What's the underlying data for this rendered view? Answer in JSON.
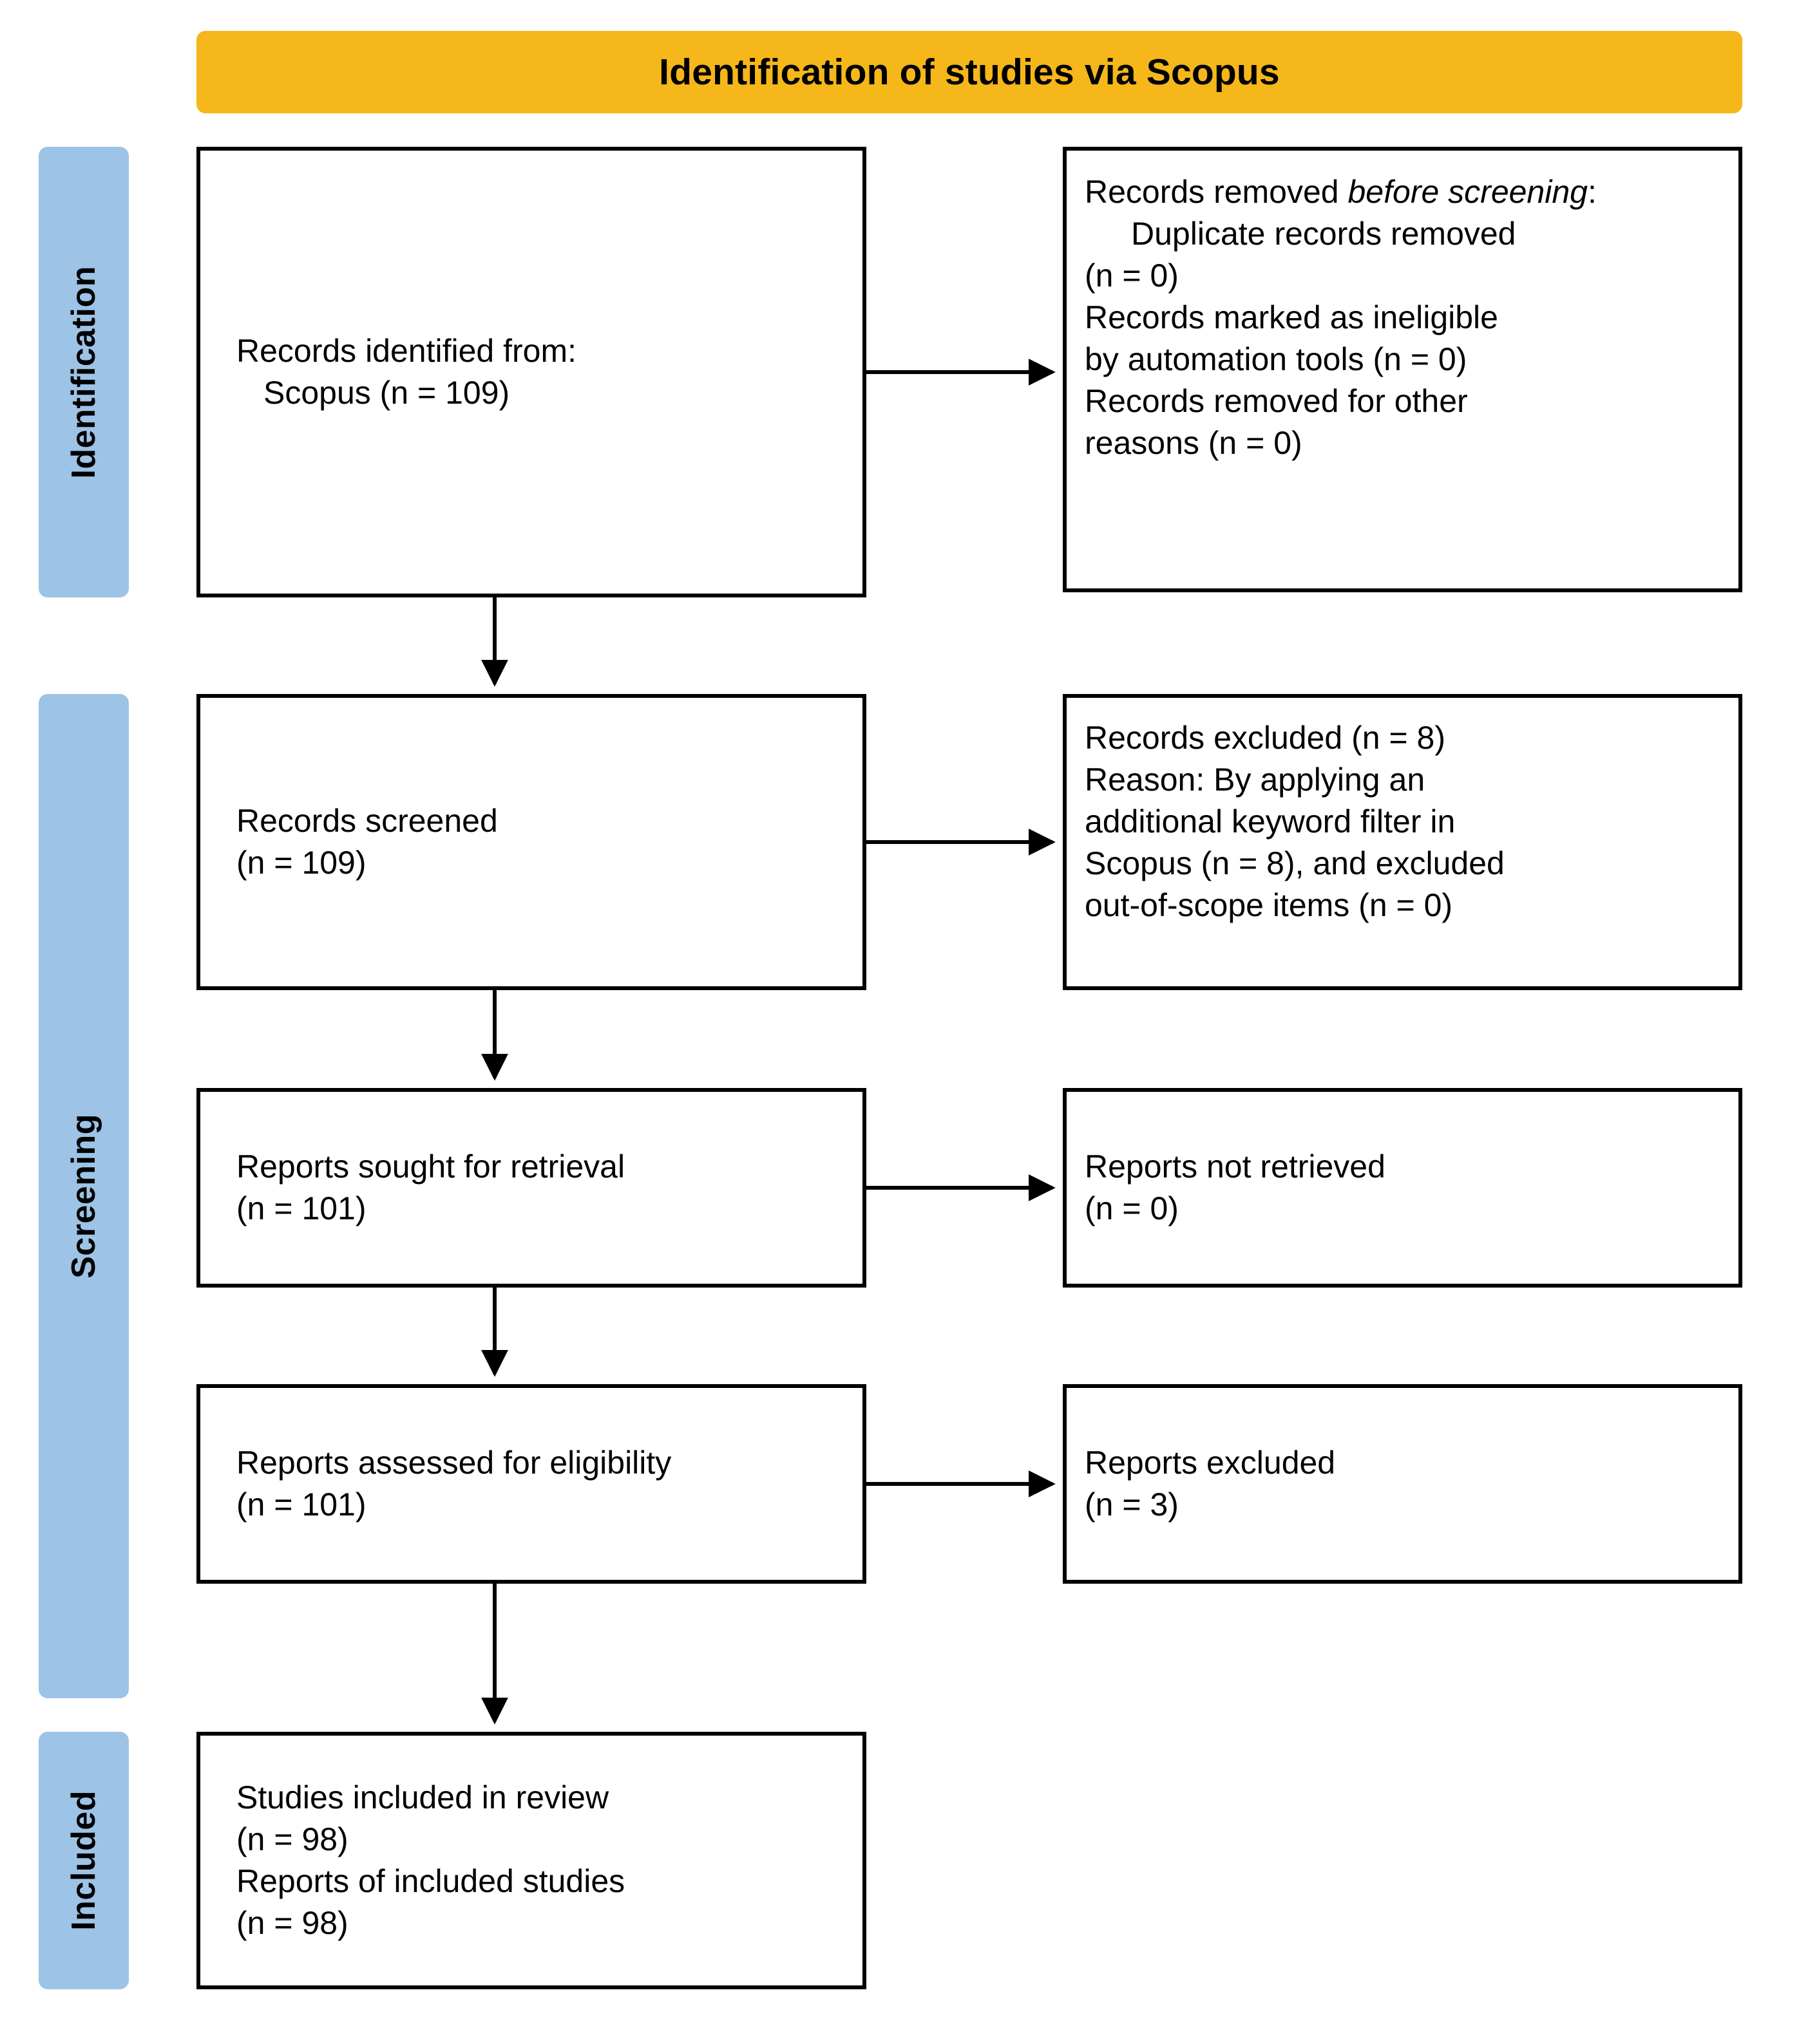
{
  "header": {
    "title": "Identification of studies via Scopus",
    "color": "#F5B719"
  },
  "stages": [
    {
      "key": "identification",
      "label": "Identification",
      "color": "#9DC3E6"
    },
    {
      "key": "screening",
      "label": "Screening",
      "color": "#9DC3E6"
    },
    {
      "key": "included",
      "label": "Included",
      "color": "#9DC3E6"
    }
  ],
  "boxes": {
    "records_identified": {
      "line1": "Records identified from:",
      "line2": "Scopus (n = 109)"
    },
    "records_removed": {
      "heading_plain": "Records removed ",
      "heading_italic": "before screening",
      "heading_colon": ":",
      "item1_line1": "Duplicate records removed",
      "item1_line2": "(n = 0)",
      "item2_line1": "Records marked as ineligible",
      "item2_line2": "by automation tools (n = 0)",
      "item3_line1": "Records removed for other",
      "item3_line2": "reasons (n = 0)"
    },
    "records_screened": {
      "line1": "Records screened",
      "line2": "(n = 109)"
    },
    "records_excluded": {
      "line1": "Records excluded (n = 8)",
      "line2": "Reason: By applying an",
      "line3": "additional keyword filter in",
      "line4": "Scopus (n = 8), and excluded",
      "line5": "out-of-scope items (n = 0)"
    },
    "reports_sought": {
      "line1": "Reports sought for retrieval",
      "line2": "(n = 101)"
    },
    "reports_not_retrieved": {
      "line1": "Reports not retrieved",
      "line2": "(n = 0)"
    },
    "reports_assessed": {
      "line1": "Reports assessed for eligibility",
      "line2": "(n = 101)"
    },
    "reports_excluded": {
      "line1": "Reports excluded",
      "line2": "(n = 3)"
    },
    "studies_included": {
      "line1": "Studies included in review",
      "line2": "(n = 98)",
      "line3": "Reports of included studies",
      "line4": "(n = 98)"
    }
  },
  "chart_data": {
    "type": "flowchart",
    "title": "Identification of studies via Scopus",
    "stages": [
      "Identification",
      "Screening",
      "Included"
    ],
    "nodes": [
      {
        "id": "records_identified",
        "stage": "Identification",
        "label": "Records identified from: Scopus",
        "n": 109
      },
      {
        "id": "records_removed",
        "stage": "Identification",
        "label": "Records removed before screening",
        "duplicate_records_removed": 0,
        "marked_ineligible_by_automation": 0,
        "removed_other_reasons": 0
      },
      {
        "id": "records_screened",
        "stage": "Screening",
        "label": "Records screened",
        "n": 109
      },
      {
        "id": "records_excluded",
        "stage": "Screening",
        "label": "Records excluded",
        "n": 8,
        "reason": "By applying an additional keyword filter in Scopus (n = 8), and excluded out-of-scope items (n = 0)"
      },
      {
        "id": "reports_sought",
        "stage": "Screening",
        "label": "Reports sought for retrieval",
        "n": 101
      },
      {
        "id": "reports_not_retrieved",
        "stage": "Screening",
        "label": "Reports not retrieved",
        "n": 0
      },
      {
        "id": "reports_assessed",
        "stage": "Screening",
        "label": "Reports assessed for eligibility",
        "n": 101
      },
      {
        "id": "reports_excluded",
        "stage": "Screening",
        "label": "Reports excluded",
        "n": 3
      },
      {
        "id": "studies_included",
        "stage": "Included",
        "label": "Studies included in review",
        "n": 98,
        "reports_of_included_studies": 98
      }
    ],
    "edges": [
      {
        "from": "records_identified",
        "to": "records_removed",
        "direction": "right"
      },
      {
        "from": "records_identified",
        "to": "records_screened",
        "direction": "down"
      },
      {
        "from": "records_screened",
        "to": "records_excluded",
        "direction": "right"
      },
      {
        "from": "records_screened",
        "to": "reports_sought",
        "direction": "down"
      },
      {
        "from": "reports_sought",
        "to": "reports_not_retrieved",
        "direction": "right"
      },
      {
        "from": "reports_sought",
        "to": "reports_assessed",
        "direction": "down"
      },
      {
        "from": "reports_assessed",
        "to": "reports_excluded",
        "direction": "right"
      },
      {
        "from": "reports_assessed",
        "to": "studies_included",
        "direction": "down"
      }
    ]
  }
}
